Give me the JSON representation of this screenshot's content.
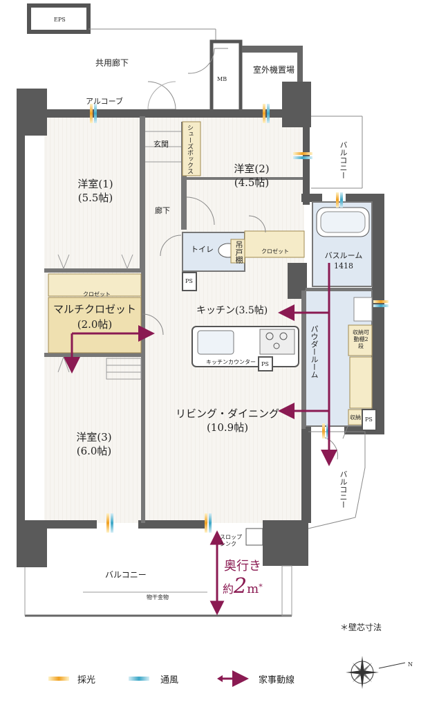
{
  "labels": {
    "eps": "EPS",
    "common_corridor": "共用廊下",
    "mb": "MB",
    "outdoor_unit": "室外機置場",
    "alcove": "アルコーブ",
    "entrance": "玄関",
    "shoe_box": "シューズボックス",
    "balcony_right_top": "バルコニー",
    "room1_name": "洋室(1)",
    "room1_size": "(5.5帖)",
    "room2_name": "洋室(2)",
    "room2_size": "(4.5帖)",
    "hallway": "廊下",
    "toilet": "トイレ",
    "storage_shelf": "吊戸棚",
    "closet": "クロゼット",
    "closet_left": "クロゼット",
    "bathroom_name": "バスルーム",
    "bathroom_size": "1418",
    "ps1": "PS",
    "multi_closet_name": "マルチクロゼット",
    "multi_closet_size": "(2.0帖)",
    "kitchen": "キッチン(3.5帖)",
    "powder_room": "パウダールーム",
    "storage_adjustable": "収納可動棚2段",
    "kitchen_counter": "キッチンカウンター",
    "ps2": "PS",
    "living_name": "リビング・ダイニング",
    "living_size": "(10.9帖)",
    "storage_small": "収納",
    "ps3": "PS",
    "room3_name": "洋室(3)",
    "room3_size": "(6.0帖)",
    "balcony_right_bottom": "バルコニー",
    "slop_sink": "スロップシンク",
    "depth_title": "奥行き",
    "depth_prefix": "約",
    "depth_value": "2",
    "depth_unit": "m",
    "depth_star": "*",
    "balcony_bottom": "バルコニー",
    "drying_hardware": "物干金物",
    "wall_center_note": "＊壁芯寸法",
    "compass_n": "N"
  },
  "legend": [
    {
      "label": "採光",
      "color": "#f0a020"
    },
    {
      "label": "通風",
      "color": "#3aa6c6"
    },
    {
      "label": "家事動線",
      "color": "#8a1a52"
    }
  ],
  "colors": {
    "wall": "#5a5a5a",
    "floor": "#f4f2ee",
    "closet": "#f5ebc8",
    "multi_closet": "#efe0b0",
    "wet": "#dfe8f2",
    "arrow": "#8a1a52"
  }
}
